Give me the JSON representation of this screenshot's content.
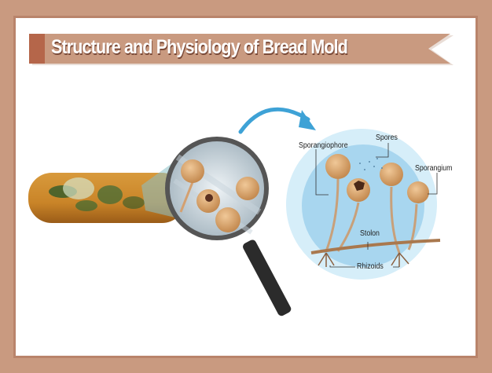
{
  "title": "Structure and Physiology of Bread Mold",
  "colors": {
    "frame": "#c99a80",
    "banner": "#c99a80",
    "banner_dark": "#b5664a",
    "bubble": "#bfe3f5",
    "arrow": "#3ea2d6",
    "sporangium": "#d8a66a"
  },
  "labels": {
    "sporangiophore": "Sporangiophore",
    "spores": "Spores",
    "sporangium": "Sporangium",
    "stolon": "Stolon",
    "rhizoids": "Rhizoids"
  },
  "illustrations": {
    "bread": "moldy-bread-loaf",
    "magnifier": "magnifying-glass",
    "arrow": "curved-arrow"
  }
}
